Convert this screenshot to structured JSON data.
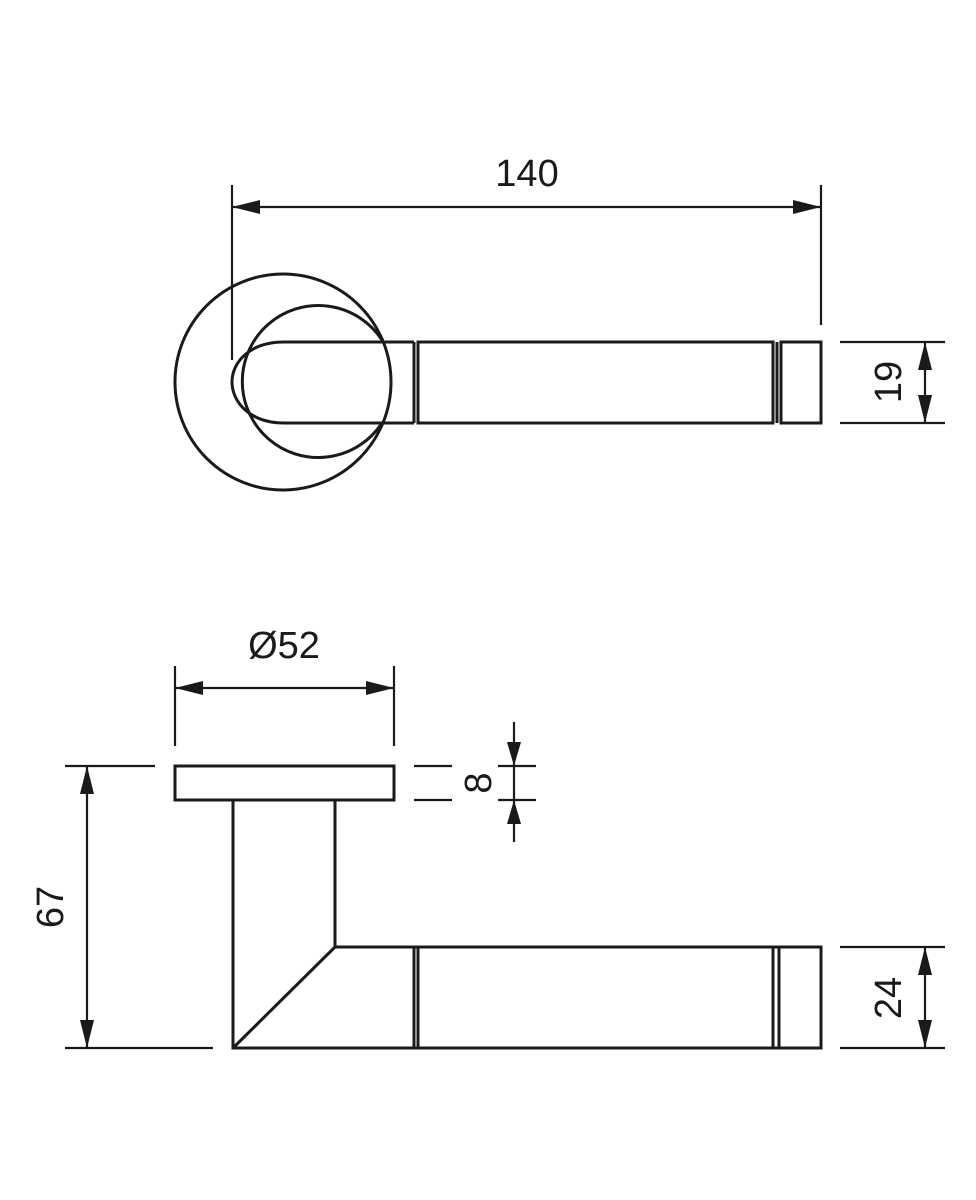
{
  "dimensions": {
    "total_length": "140",
    "lever_height_top": "19",
    "rose_diameter": "Ø52",
    "rose_thickness": "8",
    "total_projection": "67",
    "lever_height_side": "24"
  },
  "colors": {
    "line": "#1a1a1a",
    "background": "#ffffff"
  }
}
